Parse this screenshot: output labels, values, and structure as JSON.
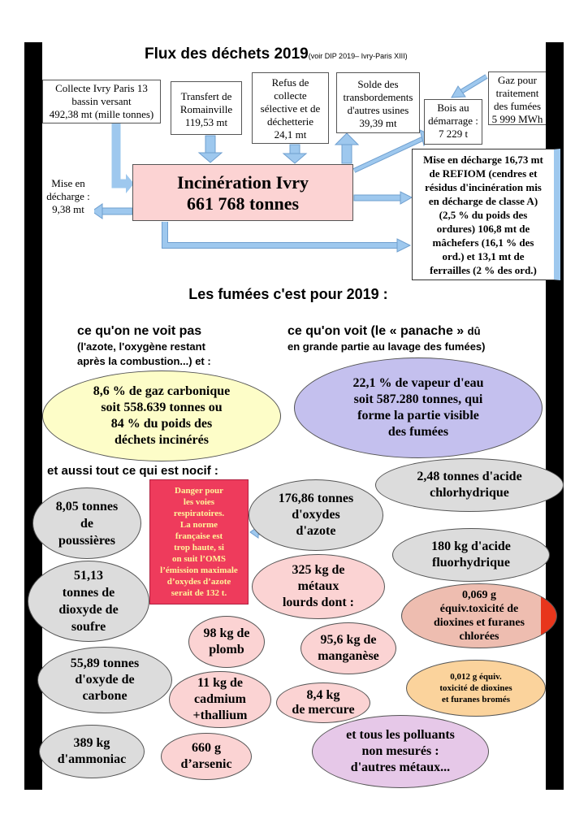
{
  "title": {
    "main": "Flux des déchets 2019",
    "source": "(voir DIP 2019– Ivry-Paris XIII)"
  },
  "inputs": {
    "collecte": "Collecte Ivry Paris 13\nbassin versant\n492,38 mt (mille tonnes)",
    "transfert": "Transfert de\nRomainville\n119,53 mt",
    "refus": "Refus de\ncollecte\nsélective et de\ndéchetterie\n24,1 mt",
    "solde": "Solde des\ntransbordements\nd'autres usines\n39,39 mt",
    "bois": "Bois au\ndémarrage :\n7 229 t",
    "gaz": "Gaz pour\ntraitement\ndes fumées\n5 999 MWh"
  },
  "center": {
    "line1": "Incinération Ivry",
    "line2": "661 768 tonnes"
  },
  "mise_decharge_left": "Mise en\ndécharge :\n9,38 mt",
  "mise_decharge_right": "Mise en décharge 16,73 mt\nde REFIOM (cendres et\nrésidus d'incinération mis\nen décharge de classe A)\n(2,5 % du poids des\nordures) 106,8 mt de\nmâchefers (16,1 % des\nord.) et 13,1 mt de\nferrailles (2 % des ord.)",
  "fumees_title": "Les fumées c'est pour 2019 :",
  "invisible_heading": {
    "line1": "ce qu'on ne voit pas",
    "line2": "(l'azote, l'oxygène restant\naprès la combustion...) et :"
  },
  "visible_heading": {
    "line1": "ce qu'on voit (le « panache  » ",
    "line1_small": "dû",
    "line2": "en grande partie au lavage des fumées)"
  },
  "nocif_heading": "et aussi tout ce qui est nocif :",
  "ellipses": {
    "co2": "8,6 % de gaz carbonique\nsoit 558.639 tonnes ou\n84 % du poids des\ndéchets incinérés",
    "vapeur": "22,1 % de vapeur d'eau\nsoit 587.280 tonnes, qui\nforme la partie visible\ndes fumées",
    "hcl": "2,48  tonnes d'acide\nchlorhydrique",
    "hf": "180 kg d'acide\nfluorhydrique",
    "dioxines_chlorees": "0,069 g\néquiv.toxicité de\ndioxines et furanes\nchlorées",
    "dioxines_bromes": "0,012 g équiv.\ntoxicité de dioxines\net furanes bromés",
    "poussieres": "8,05 tonnes\nde\npoussières",
    "so2": "51,13\ntonnes de\ndioxyde de\nsoufre",
    "co": "55,89  tonnes\nd'oxyde de\ncarbone",
    "nh3": "389 kg\nd'ammoniac",
    "nox": "176,86 tonnes\nd'oxydes\nd'azote",
    "metaux": "325 kg de\nmétaux\nlourds dont :",
    "plomb": "98 kg de\nplomb",
    "cadmium": "11 kg de\ncadmium\n+thallium",
    "arsenic": "660 g\nd’arsenic",
    "manganese": "95,6 kg de\nmanganèse",
    "mercure": "8,4 kg\nde mercure",
    "autres": "et tous les polluants\nnon mesurés :\nd'autres métaux..."
  },
  "danger": "Danger pour\nles voies\nrespiratoires.\nLa norme\nfrançaise est\ntrop haute, si\non suit l’OMS\nl’émission maximale\nd’oxydes d’azote\nserait de 132 t.",
  "colors": {
    "arrow": "#9ec8ee",
    "center_fill": "#fcd3d3",
    "co2_fill": "#fdfdc8",
    "vapeur_fill": "#c4c0ee",
    "gray_fill": "#dcdcdc",
    "pink_fill": "#fbd3d3",
    "salmon_fill": "#eebdb0",
    "orange_fill": "#fbd39c",
    "lilac_fill": "#e6c8e8",
    "danger_fill": "#ee3b5c",
    "danger_text": "#fff59a",
    "red_accent": "#e8361c"
  }
}
